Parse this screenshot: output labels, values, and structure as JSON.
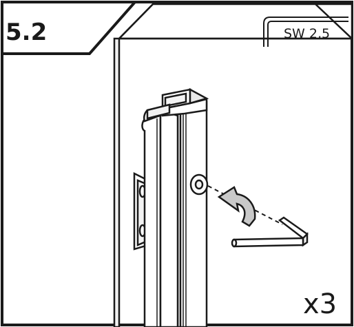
{
  "step": {
    "number": "5.2"
  },
  "tool": {
    "label": "SW 2,5",
    "icon": "hex-key-icon"
  },
  "quantity": {
    "label": "x3"
  },
  "illustration": {
    "subject": "door-frame-profile",
    "fastener": "screw-icon",
    "action": "clockwise-rotation-arrow-icon",
    "tool": "allen-key-icon"
  },
  "colors": {
    "line": "#1a1a1a",
    "panel": "#ffffff",
    "arrow": "#c9c9c9",
    "frame": "#f2f2f2"
  }
}
